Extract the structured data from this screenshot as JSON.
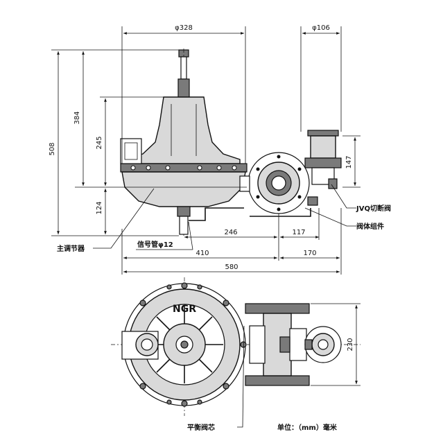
{
  "dimensions": {
    "d328": "φ328",
    "d106": "φ106",
    "h508": "508",
    "h384": "384",
    "h245": "245",
    "h124": "124",
    "h147": "147",
    "w246": "246",
    "w117": "117",
    "w410": "410",
    "w170": "170",
    "w580": "580",
    "h230": "230"
  },
  "labels": {
    "main_regulator": "主调节器",
    "signal_pipe": "信号管φ12",
    "jvq_valve": "JVQ切断阀",
    "valve_body": "阀体组件",
    "balance_core": "平衡阀芯",
    "unit_note": "单位：（mm）毫米"
  },
  "brand": "NGR"
}
